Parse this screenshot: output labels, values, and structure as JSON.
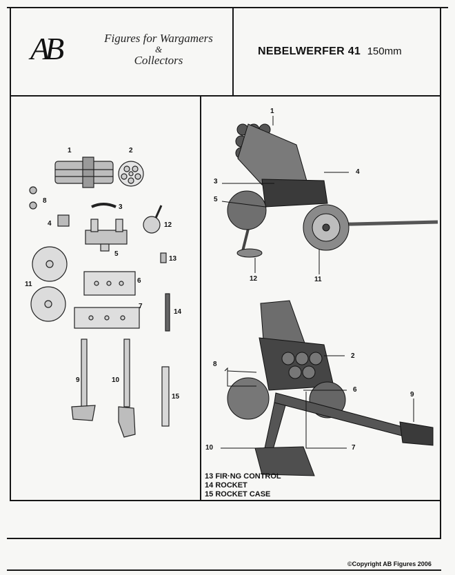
{
  "header": {
    "logo": "AB",
    "tagline_line1": "Figures for Wargamers",
    "tagline_amp": "&",
    "tagline_line2": "Collectors",
    "title": "NEBELWERFER 41",
    "subtitle": "150mm"
  },
  "parts_labels": [
    "1",
    "2",
    "8",
    "3",
    "4",
    "12",
    "5",
    "13",
    "6",
    "11",
    "7",
    "14",
    "9",
    "10",
    "15"
  ],
  "photo_top_labels": [
    "1",
    "4",
    "3",
    "5",
    "12",
    "11"
  ],
  "photo_bottom_labels": [
    "2",
    "8",
    "6",
    "9",
    "7",
    "10"
  ],
  "legend": [
    {
      "num": "13",
      "text": "FIR·NG CONTROL"
    },
    {
      "num": "14",
      "text": "ROCKET"
    },
    {
      "num": "15",
      "text": "ROCKET CASE"
    }
  ],
  "footer": {
    "copyright": "©Copyright AB Figures 2006"
  }
}
